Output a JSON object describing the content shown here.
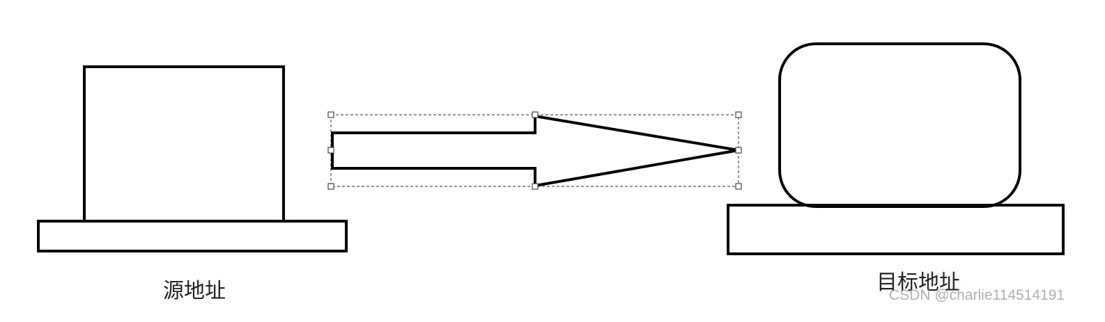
{
  "source": {
    "label": "源地址"
  },
  "target": {
    "label": "目标地址"
  },
  "watermark": "CSDN @charlie114514191",
  "colors": {
    "stroke": "#000000",
    "selection": "#555555",
    "background": "#ffffff"
  }
}
